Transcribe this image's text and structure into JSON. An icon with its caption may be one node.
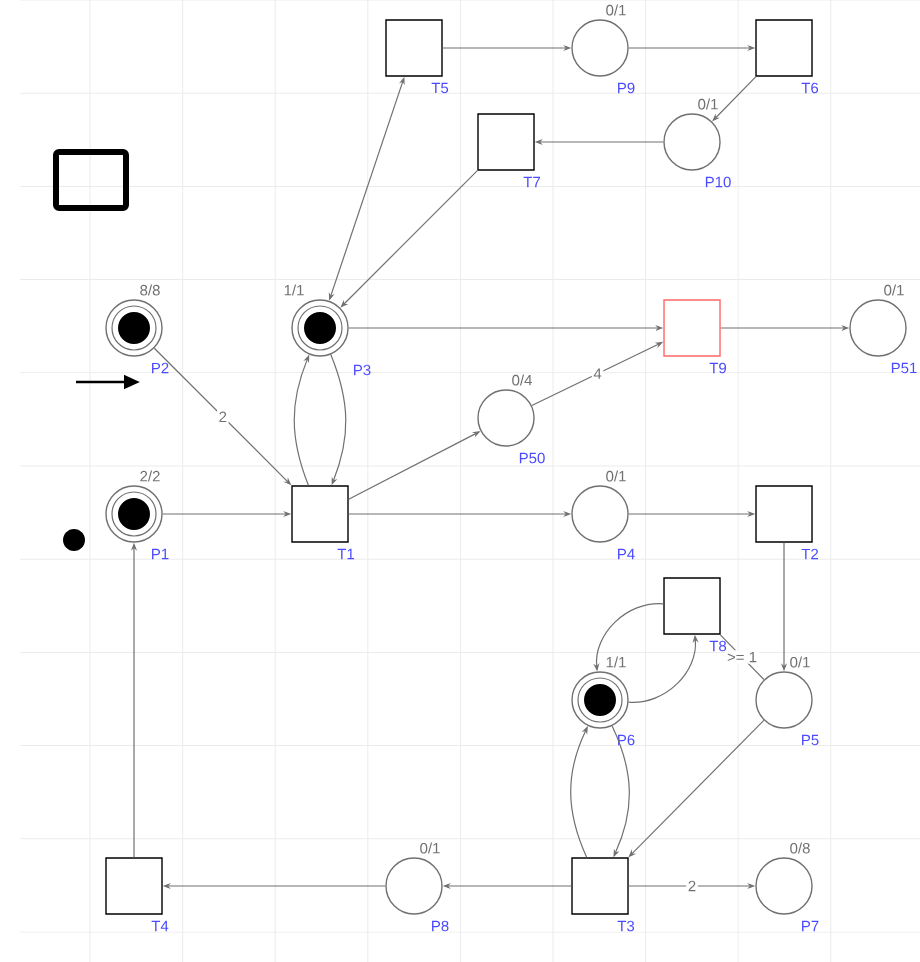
{
  "diagram": {
    "nodes": [
      {
        "text": [
          "T5"
        ]
      },
      {
        "text": [
          "P9"
        ],
        "beside": [
          "0/1"
        ]
      },
      {
        "text": [
          "T6"
        ]
      },
      {
        "text": [
          "T7"
        ]
      },
      {
        "text": [
          "P10"
        ],
        "beside": [
          "0/1"
        ]
      },
      {
        "text": [
          "P2"
        ],
        "beside": [
          "8/8"
        ]
      },
      {
        "text": [
          "P3"
        ],
        "beside": [
          "1/1"
        ]
      },
      {
        "text": [
          "T9"
        ]
      },
      {
        "text": [
          "P51"
        ],
        "beside": [
          "0/1"
        ]
      },
      {
        "text": [
          "P50"
        ],
        "beside": [
          "0/4"
        ]
      },
      {
        "text": [
          "P1"
        ],
        "beside": [
          "2/2"
        ]
      },
      {
        "text": [
          "T1"
        ]
      },
      {
        "text": [
          "P4"
        ],
        "beside": [
          "0/1"
        ]
      },
      {
        "text": [
          "T2"
        ]
      },
      {
        "text": [
          "T8"
        ]
      },
      {
        "text": [
          "P6"
        ],
        "beside": [
          "1/1"
        ]
      },
      {
        "text": [
          "P5"
        ],
        "beside": [
          "0/1"
        ]
      },
      {
        "text": [
          "T4"
        ]
      },
      {
        "text": [
          "P8"
        ],
        "beside": [
          "0/1"
        ]
      },
      {
        "text": [
          "T3"
        ]
      },
      {
        "text": [
          "P7"
        ],
        "beside": [
          "0/8"
        ]
      }
    ],
    "edges": [
      {
        "from": 0,
        "to": 1,
        "arrow": "to"
      },
      {
        "from": 1,
        "to": 2,
        "arrow": "to"
      },
      {
        "from": 2,
        "to": 4,
        "arrow": "to"
      },
      {
        "from": 4,
        "to": 3,
        "arrow": "to"
      },
      {
        "from": 3,
        "to": 6,
        "arrow": "to"
      },
      {
        "from": 6,
        "to": 0,
        "arrow": "both"
      },
      {
        "from": 5,
        "to": 11,
        "arrow": "to",
        "label": "2"
      },
      {
        "from": 6,
        "to": 11,
        "arrow": "to"
      },
      {
        "from": 11,
        "to": 6,
        "arrow": "to"
      },
      {
        "from": 6,
        "to": 7,
        "arrow": "to"
      },
      {
        "from": 7,
        "to": 8,
        "arrow": "to"
      },
      {
        "from": 10,
        "to": 11,
        "arrow": "to"
      },
      {
        "from": 11,
        "to": 9,
        "arrow": "to"
      },
      {
        "from": 9,
        "to": 7,
        "arrow": "to",
        "label": "4"
      },
      {
        "from": 11,
        "to": 12,
        "arrow": "to"
      },
      {
        "from": 12,
        "to": 13,
        "arrow": "to"
      },
      {
        "from": 13,
        "to": 16,
        "arrow": "to"
      },
      {
        "from": 14,
        "to": 16,
        "arrow": "none",
        "label": ">= 1"
      },
      {
        "from": 14,
        "to": 15,
        "arrow": "to"
      },
      {
        "from": 15,
        "to": 14,
        "arrow": "to"
      },
      {
        "from": 15,
        "to": 19,
        "arrow": "to"
      },
      {
        "from": 19,
        "to": 15,
        "arrow": "to"
      },
      {
        "from": 16,
        "to": 19,
        "arrow": "to"
      },
      {
        "from": 19,
        "to": 18,
        "arrow": "to"
      },
      {
        "from": 18,
        "to": 17,
        "arrow": "to"
      },
      {
        "from": 19,
        "to": 20,
        "arrow": "to",
        "label": "2"
      },
      {
        "from": 17,
        "to": 10,
        "arrow": "to"
      }
    ]
  }
}
